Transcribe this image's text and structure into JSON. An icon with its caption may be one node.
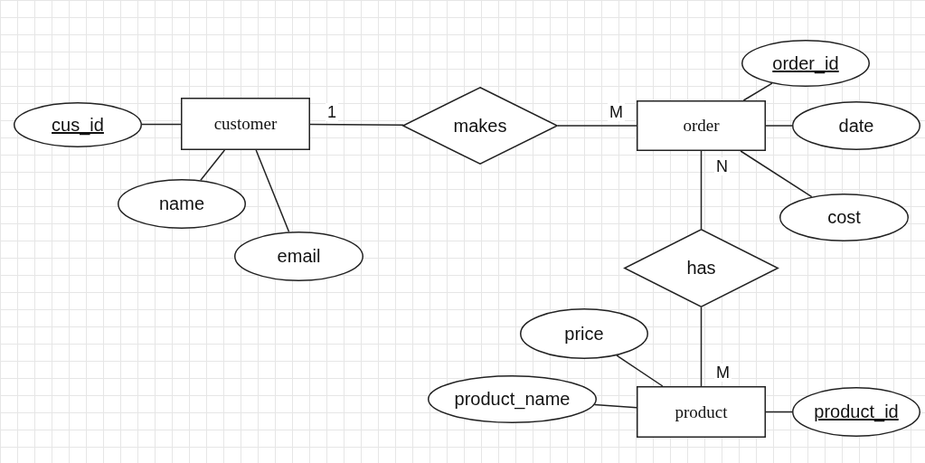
{
  "diagram": {
    "nodes": [
      {
        "text": [
          "customer"
        ]
      },
      {
        "text": [
          "cus_id"
        ]
      },
      {
        "text": [
          "name"
        ]
      },
      {
        "text": [
          "email"
        ]
      },
      {
        "text": [
          "makes"
        ]
      },
      {
        "text": [
          "order"
        ]
      },
      {
        "text": [
          "order_id"
        ]
      },
      {
        "text": [
          "date"
        ]
      },
      {
        "text": [
          "cost"
        ]
      },
      {
        "text": [
          "has"
        ]
      },
      {
        "text": [
          "product"
        ]
      },
      {
        "text": [
          "price"
        ]
      },
      {
        "text": [
          "product_name"
        ]
      },
      {
        "text": [
          "product_id"
        ]
      }
    ],
    "edges": [
      {
        "from": 1,
        "to": 0,
        "arrow": "none"
      },
      {
        "from": 0,
        "to": 2,
        "arrow": "none"
      },
      {
        "from": 0,
        "to": 3,
        "arrow": "none"
      },
      {
        "from": 0,
        "to": 4,
        "arrow": "none",
        "label": "1"
      },
      {
        "from": 4,
        "to": 5,
        "arrow": "none",
        "label": "M"
      },
      {
        "from": 5,
        "to": 6,
        "arrow": "none"
      },
      {
        "from": 5,
        "to": 7,
        "arrow": "none"
      },
      {
        "from": 5,
        "to": 8,
        "arrow": "none"
      },
      {
        "from": 5,
        "to": 9,
        "arrow": "none",
        "label": "N"
      },
      {
        "from": 9,
        "to": 10,
        "arrow": "none",
        "label": "M"
      },
      {
        "from": 11,
        "to": 10,
        "arrow": "none"
      },
      {
        "from": 12,
        "to": 10,
        "arrow": "none"
      },
      {
        "from": 10,
        "to": 13,
        "arrow": "none"
      }
    ]
  }
}
